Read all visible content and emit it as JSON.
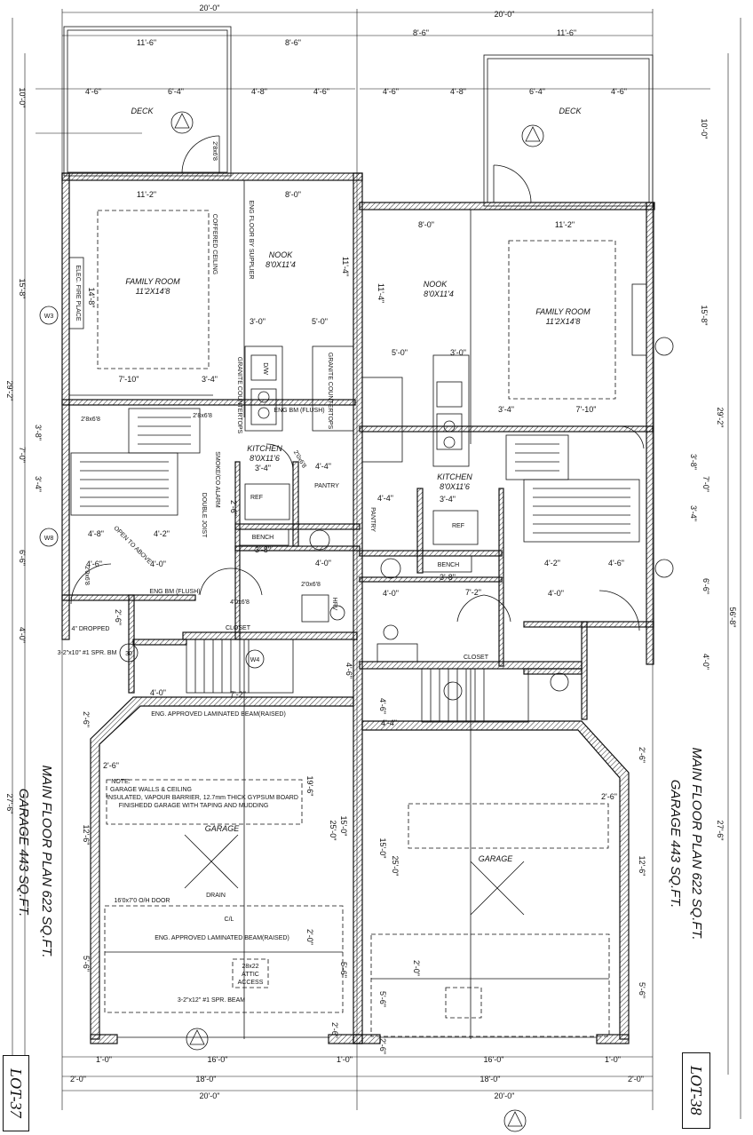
{
  "left_unit": {
    "title": "MAIN FLOOR PLAN 622 SQ.FT.",
    "subtitle": "GARAGE 443 SQ.FT.",
    "lot": "LOT-37",
    "dims_top": [
      "20'-0\"",
      "11'-6\"",
      "8'-6\"",
      "4'-6\"",
      "6'-4\"",
      "4'-8\"",
      "4'-6\""
    ],
    "dims_bottom": [
      "16'-0\"",
      "18'-0\"",
      "20'-0\"",
      "1'-0\"",
      "1'-0\"",
      "2'-0\""
    ],
    "dims_side": [
      "10'-0\"",
      "15'-8\"",
      "29'-2\"",
      "7'-0\"",
      "3'-8\"",
      "6'-6\"",
      "4'-0\"",
      "3'-4\"",
      "27'-6\"",
      "12'-6\"",
      "5'-6\"",
      "2'-6\""
    ],
    "rooms": {
      "deck": "DECK",
      "family": "FAMILY ROOM",
      "family_size": "11'2X14'8",
      "nook": "NOOK",
      "nook_size": "8'0X11'4",
      "kitchen": "KITCHEN",
      "kitchen_size": "8'0X11'6",
      "garage": "GARAGE",
      "pantry": "PANTRY",
      "bench": "BENCH",
      "closet": "CLOSET",
      "ref": "REF"
    },
    "labels": {
      "coffered": "COFFERED CEILING",
      "fireplace": "ELEC. FIRE PLACE",
      "eng_floor": "ENG FLOOR BY SUPPLIER",
      "granite": "GRANITE COUNTERTOPS",
      "eng_bm_flush": "ENG BM (FLUSH)",
      "smoke": "SMOKE/CO ALARM",
      "double_joist": "DOUBLE JOIST",
      "open_above": "OPEN TO ABOVE",
      "dropped": "4\" DROPPED",
      "laminated_beam": "ENG. APPROVED LAMINATED BEAM(RAISED)",
      "laminated_beam2": "ENG. APPROVED LAMINATED BEAM(RAISED)",
      "note_title": "NOTE:",
      "note1": "GARAGE WALLS & CEILING",
      "note2": "INSULATED, VAPOUR BARRIER, 12.7mm THICK GYPSUM BOARD",
      "note3": "FINISHEDD GARAGE WITH TAPING AND MUDDING",
      "drain": "DRAIN",
      "oh_door": "16'0x7'0 O/H DOOR",
      "attic1": "28x22",
      "attic2": "ATTIC",
      "attic3": "ACCESS",
      "spr_beam": "3-2\"x12\" #1 SPR. BEAM",
      "spr_beam2": "3-2\"x10\" #1 SPR. BM",
      "door_268": "2'8x6'8",
      "door_206": "2'0x6'8",
      "door_408": "4'0x6'8",
      "w3": "W3",
      "w8": "W8",
      "w4": "W4",
      "thirty": "30",
      "cl": "C/L",
      "dw": "D/W",
      "hrv": "HRV"
    },
    "inner_dims": [
      "11'-2\"",
      "8'-0\"",
      "7'-10\"",
      "3'-4\"",
      "3'-0\"",
      "5'-0\"",
      "11'-4\"",
      "14'-8\"",
      "3'-4\"",
      "2'-6\"",
      "4'-8\"",
      "4'-2\"",
      "4'-6\"",
      "4'-0\"",
      "3'-8\"",
      "4'-0\"",
      "7'-2\"",
      "4'-0\"",
      "2'-6\"",
      "2'-6\"",
      "15'-0\"",
      "25'-0\"",
      "19'-6\"",
      "2'-0\"",
      "2'-6\"",
      "4'-6\"",
      "5'-6\"",
      "4'-4\""
    ]
  },
  "right_unit": {
    "title": "MAIN FLOOR PLAN 622 SQ.FT.",
    "subtitle": "GARAGE 443 SQ.FT.",
    "lot": "LOT-38",
    "dims_top": [
      "20'-0\"",
      "8'-6\"",
      "11'-6\"",
      "4'-6\"",
      "4'-8\"",
      "6'-4\"",
      "4'-6\""
    ],
    "dims_bottom": [
      "16'-0\"",
      "18'-0\"",
      "20'-0\"",
      "1'-0\"",
      "2'-0\""
    ],
    "dims_side": [
      "10'-0\"",
      "15'-8\"",
      "29'-2\"",
      "3'-8\"",
      "7'-0\"",
      "3'-4\"",
      "6'-6\"",
      "56'-8\"",
      "4'-0\"",
      "27'-6\"",
      "12'-6\"",
      "5'-6\"",
      "2'-6\""
    ],
    "rooms": {
      "deck": "DECK",
      "family": "FAMILY ROOM",
      "family_size": "11'2X14'8",
      "nook": "NOOK",
      "nook_size": "8'0X11'4",
      "kitchen": "KITCHEN",
      "kitchen_size": "8'0X11'6",
      "garage": "GARAGE",
      "pantry": "PANTRY",
      "bench": "BENCH",
      "closet": "CLOSET",
      "ref": "REF"
    },
    "inner_dims": [
      "8'-0\"",
      "11'-2\"",
      "5'-0\"",
      "3'-0\"",
      "3'-4\"",
      "7'-10\"",
      "11'-4\"",
      "3'-4\"",
      "4'-4\"",
      "4'-2\"",
      "4'-6\"",
      "3'-8\"",
      "4'-0\"",
      "7'-2\"",
      "4'-0\"",
      "4'-4\"",
      "2'-6\"",
      "15'-0\"",
      "25'-0\"",
      "4'-6\"",
      "2'-0\"",
      "5'-6\"",
      "2'-6\""
    ]
  }
}
